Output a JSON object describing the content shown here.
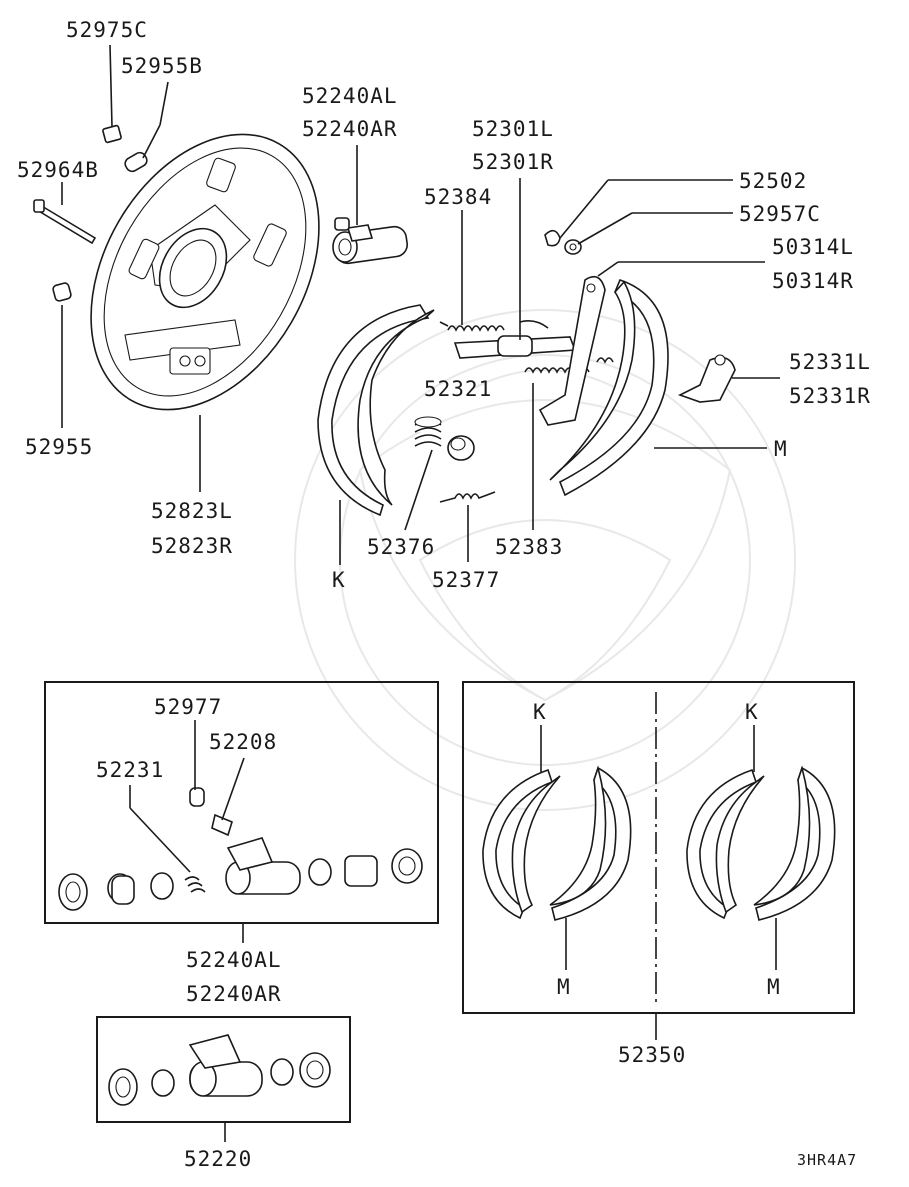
{
  "labels": {
    "p52975C": "52975C",
    "p52955B": "52955B",
    "p52964B": "52964B",
    "p52955": "52955",
    "p52823L": "52823L",
    "p52823R": "52823R",
    "p52240AL_top": "52240AL",
    "p52240AR_top": "52240AR",
    "p52301L": "52301L",
    "p52301R": "52301R",
    "p52384": "52384",
    "p52502": "52502",
    "p52957C": "52957C",
    "p50314L": "50314L",
    "p50314R": "50314R",
    "p52331L": "52331L",
    "p52331R": "52331R",
    "pM_main": "M",
    "p52321": "52321",
    "p52376": "52376",
    "p52383": "52383",
    "p52377": "52377",
    "pK_main": "K",
    "p52977": "52977",
    "p52208": "52208",
    "p52231": "52231",
    "p52240AL_box": "52240AL",
    "p52240AR_box": "52240AR",
    "pK_kit1": "K",
    "pK_kit2": "K",
    "pM_kit1": "M",
    "pM_kit2": "M",
    "p52350": "52350",
    "p52220": "52220",
    "ref_code": "3HR4A7"
  }
}
